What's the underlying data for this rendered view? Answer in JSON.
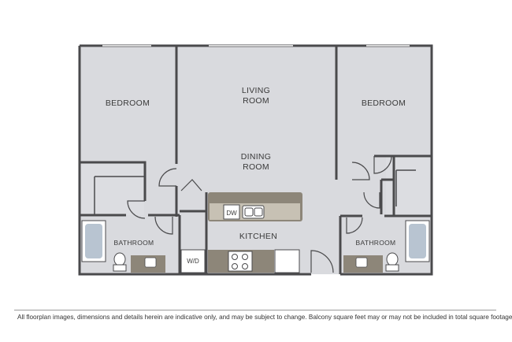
{
  "rooms": {
    "bedroom_left": "BEDROOM",
    "bedroom_right": "BEDROOM",
    "living_line1": "LIVING",
    "living_line2": "ROOM",
    "dining_line1": "DINING",
    "dining_line2": "ROOM",
    "kitchen": "KITCHEN",
    "bathroom_left": "BATHROOM",
    "bathroom_right": "BATHROOM"
  },
  "appliances": {
    "dishwasher": "DW",
    "washer_dryer": "W/D"
  },
  "colors": {
    "floor": "#d9dade",
    "wall": "#4a4a4c",
    "counter": "#8d8679",
    "counter_light": "#c7c1b4",
    "fixture": "#ffffff"
  },
  "disclaimer": "All floorplan images, dimensions and details herein are indicative only, and may be subject to change. Balcony square feet may or may not be included in total square footage."
}
